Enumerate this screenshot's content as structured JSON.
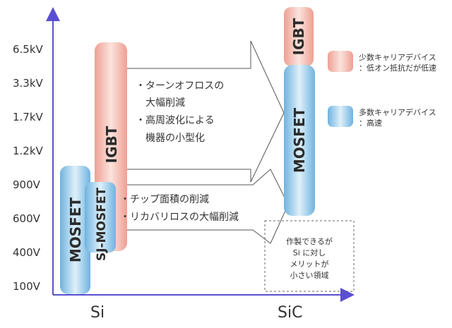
{
  "y_ticks": [
    "6.5kV",
    "3.3kV",
    "1.7kV",
    "1.2kV",
    "900V",
    "600V",
    "400V",
    "100V"
  ],
  "x_categories": [
    "Si",
    "SiC"
  ],
  "devices": {
    "si_mosfet": "MOSFET",
    "si_sj_mosfet": "SJ-MOSFET",
    "si_igbt": "IGBT",
    "sic_igbt": "IGBT",
    "sic_mosfet": "MOSFET"
  },
  "upper_arrow_notes": [
    "・ターンオフロスの",
    "　大幅削減",
    "・高周波化による",
    "　機器の小型化"
  ],
  "lower_arrow_notes": [
    "・チップ面積の削減",
    "・リカバリロスの大幅削減"
  ],
  "dashed_box_text": [
    "作製できるが",
    "Si に対し",
    "メリットが",
    "小さい領域"
  ],
  "legend": {
    "minority": [
      "少数キャリアデバイス",
      "：低オン抵抗だが低速"
    ],
    "majority": [
      "多数キャリアデバイス",
      "：高速"
    ]
  },
  "colors": {
    "igbt_fill": "#f2b7ac",
    "mosfet_fill": "#8fc5e6",
    "axis": "#5a4fd0"
  }
}
